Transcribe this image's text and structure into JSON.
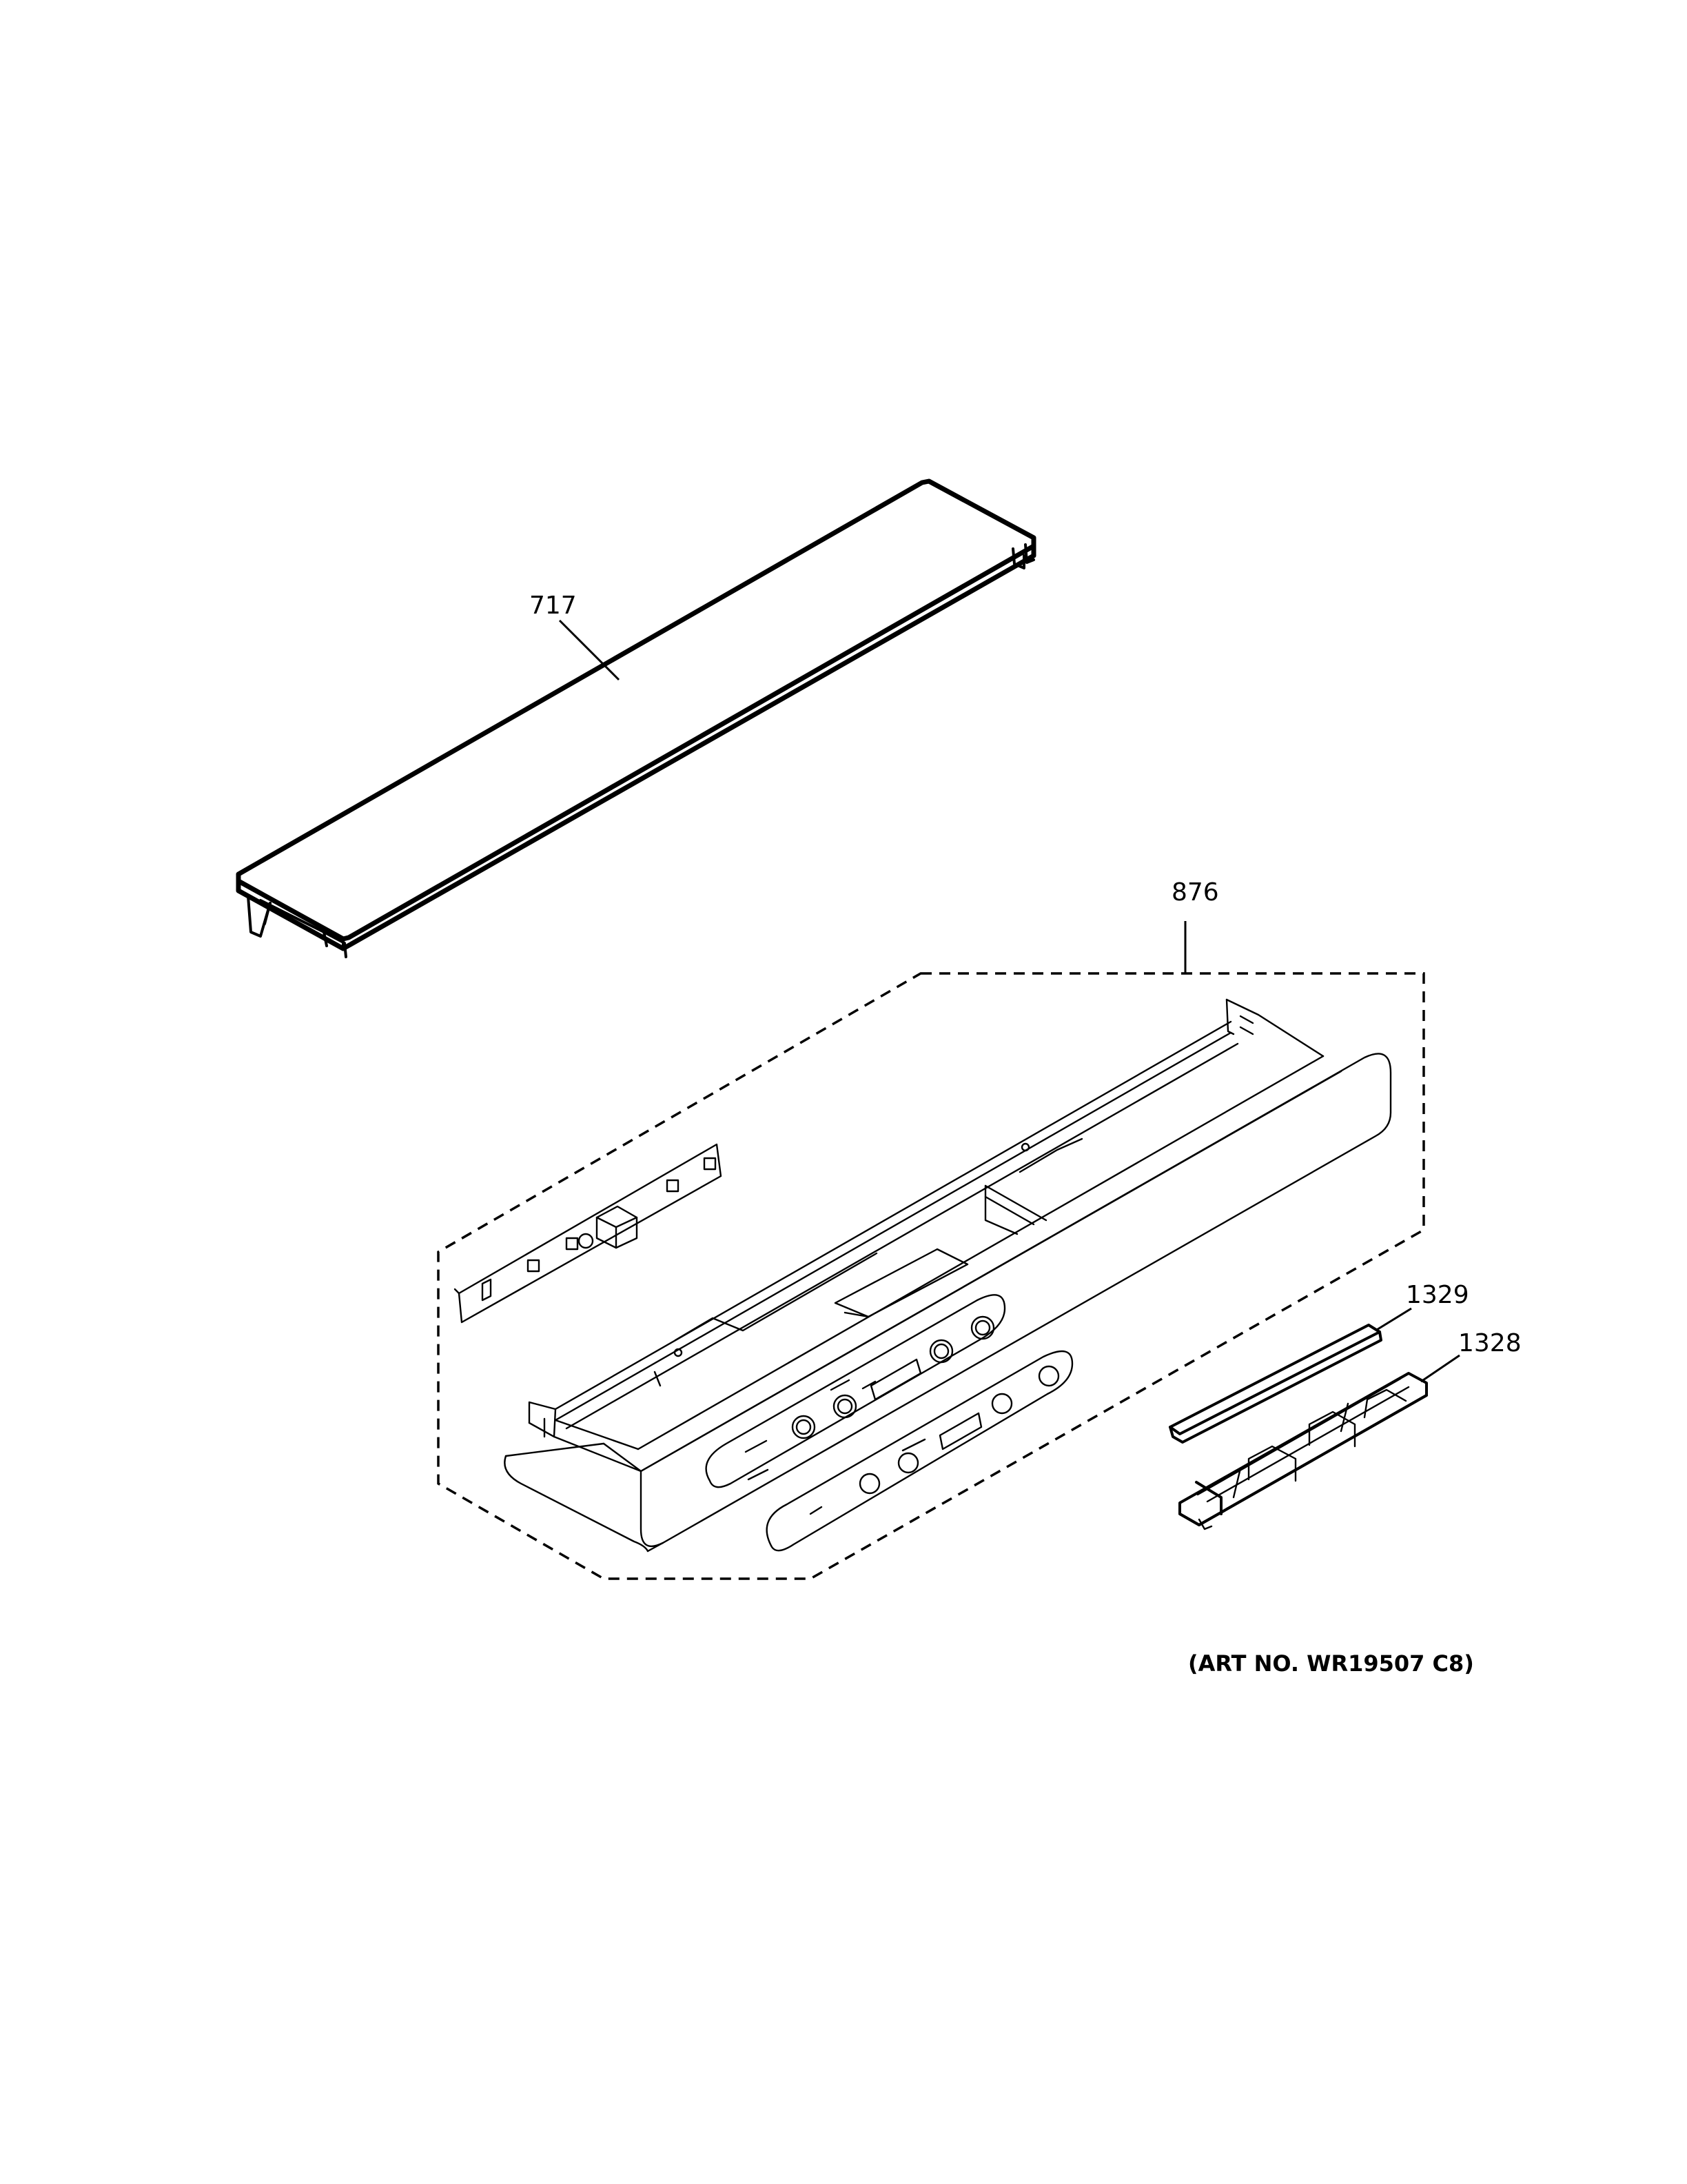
{
  "callouts": {
    "trim_cover": "717",
    "control_panel_assembly": "876",
    "gasket": "1329",
    "bracket": "1328"
  },
  "art_number": "(ART NO. WR19507 C8)"
}
